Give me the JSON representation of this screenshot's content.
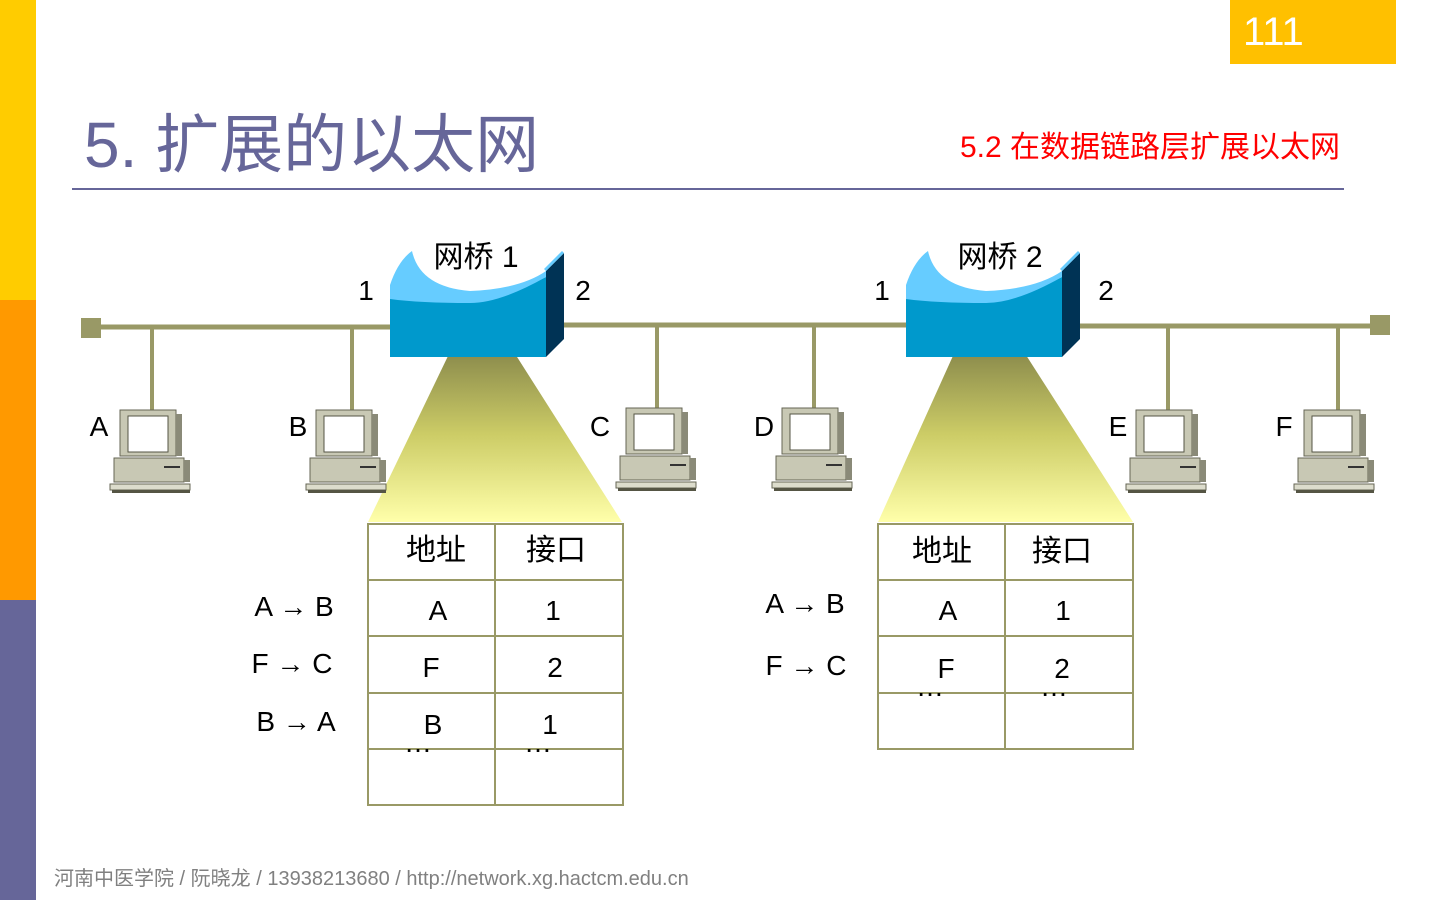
{
  "page_number": "111",
  "title": "5. 扩展的以太网",
  "subtitle": "5.2 在数据链路层扩展以太网",
  "footer": "河南中医学院 / 阮晓龙 / 13938213680 / http://network.xg.hactcm.edu.cn",
  "colors": {
    "side_top": "#ffcc00",
    "side_mid": "#ff9900",
    "side_bottom": "#666699",
    "page_box": "#ffc000",
    "title": "#666699",
    "subtitle": "#ff0000",
    "cable": "#999966",
    "bridge": "#0099cc"
  },
  "bridges": [
    {
      "label": "网桥 1",
      "port_left": "1",
      "port_right": "2"
    },
    {
      "label": "网桥 2",
      "port_left": "1",
      "port_right": "2"
    }
  ],
  "hosts": [
    "A",
    "B",
    "C",
    "D",
    "E",
    "F"
  ],
  "tables": [
    {
      "headers": [
        "地址",
        "接口"
      ],
      "frames": [
        "A → B",
        "F → C",
        "B → A"
      ],
      "rows": [
        [
          "A",
          "1"
        ],
        [
          "F",
          "2"
        ],
        [
          "B",
          "1"
        ]
      ],
      "ellipsis": "…"
    },
    {
      "headers": [
        "地址",
        "接口"
      ],
      "frames": [
        "A → B",
        "F → C"
      ],
      "rows": [
        [
          "A",
          "1"
        ],
        [
          "F",
          "2"
        ]
      ],
      "ellipsis": "…"
    }
  ]
}
